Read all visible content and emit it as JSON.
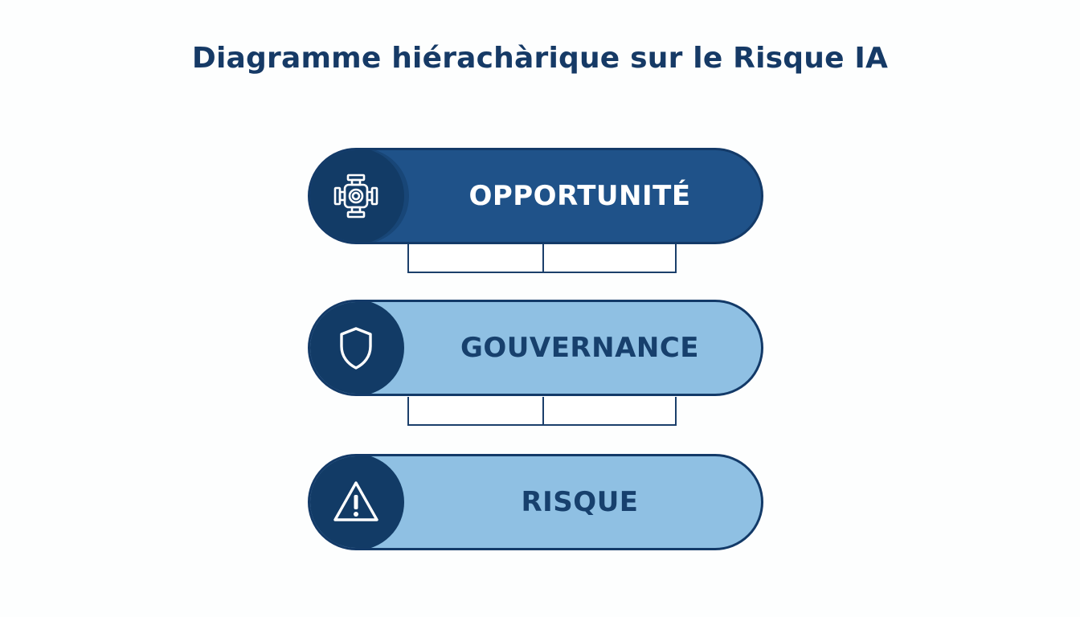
{
  "title": "Diagramme hiérachàrique sur le Risque IA",
  "levels": [
    {
      "label": "OPPORTUNITÉ",
      "icon": "gear-valve-icon",
      "style": "dark"
    },
    {
      "label": "GOUVERNANCE",
      "icon": "shield-icon",
      "style": "light"
    },
    {
      "label": "RISQUE",
      "icon": "warning-triangle-icon",
      "style": "light"
    }
  ],
  "colors": {
    "title": "#163a66",
    "dark_fill": "#1f5289",
    "light_fill": "#8fc0e3",
    "icon_circle": "#123b66",
    "outline": "#133a68"
  }
}
